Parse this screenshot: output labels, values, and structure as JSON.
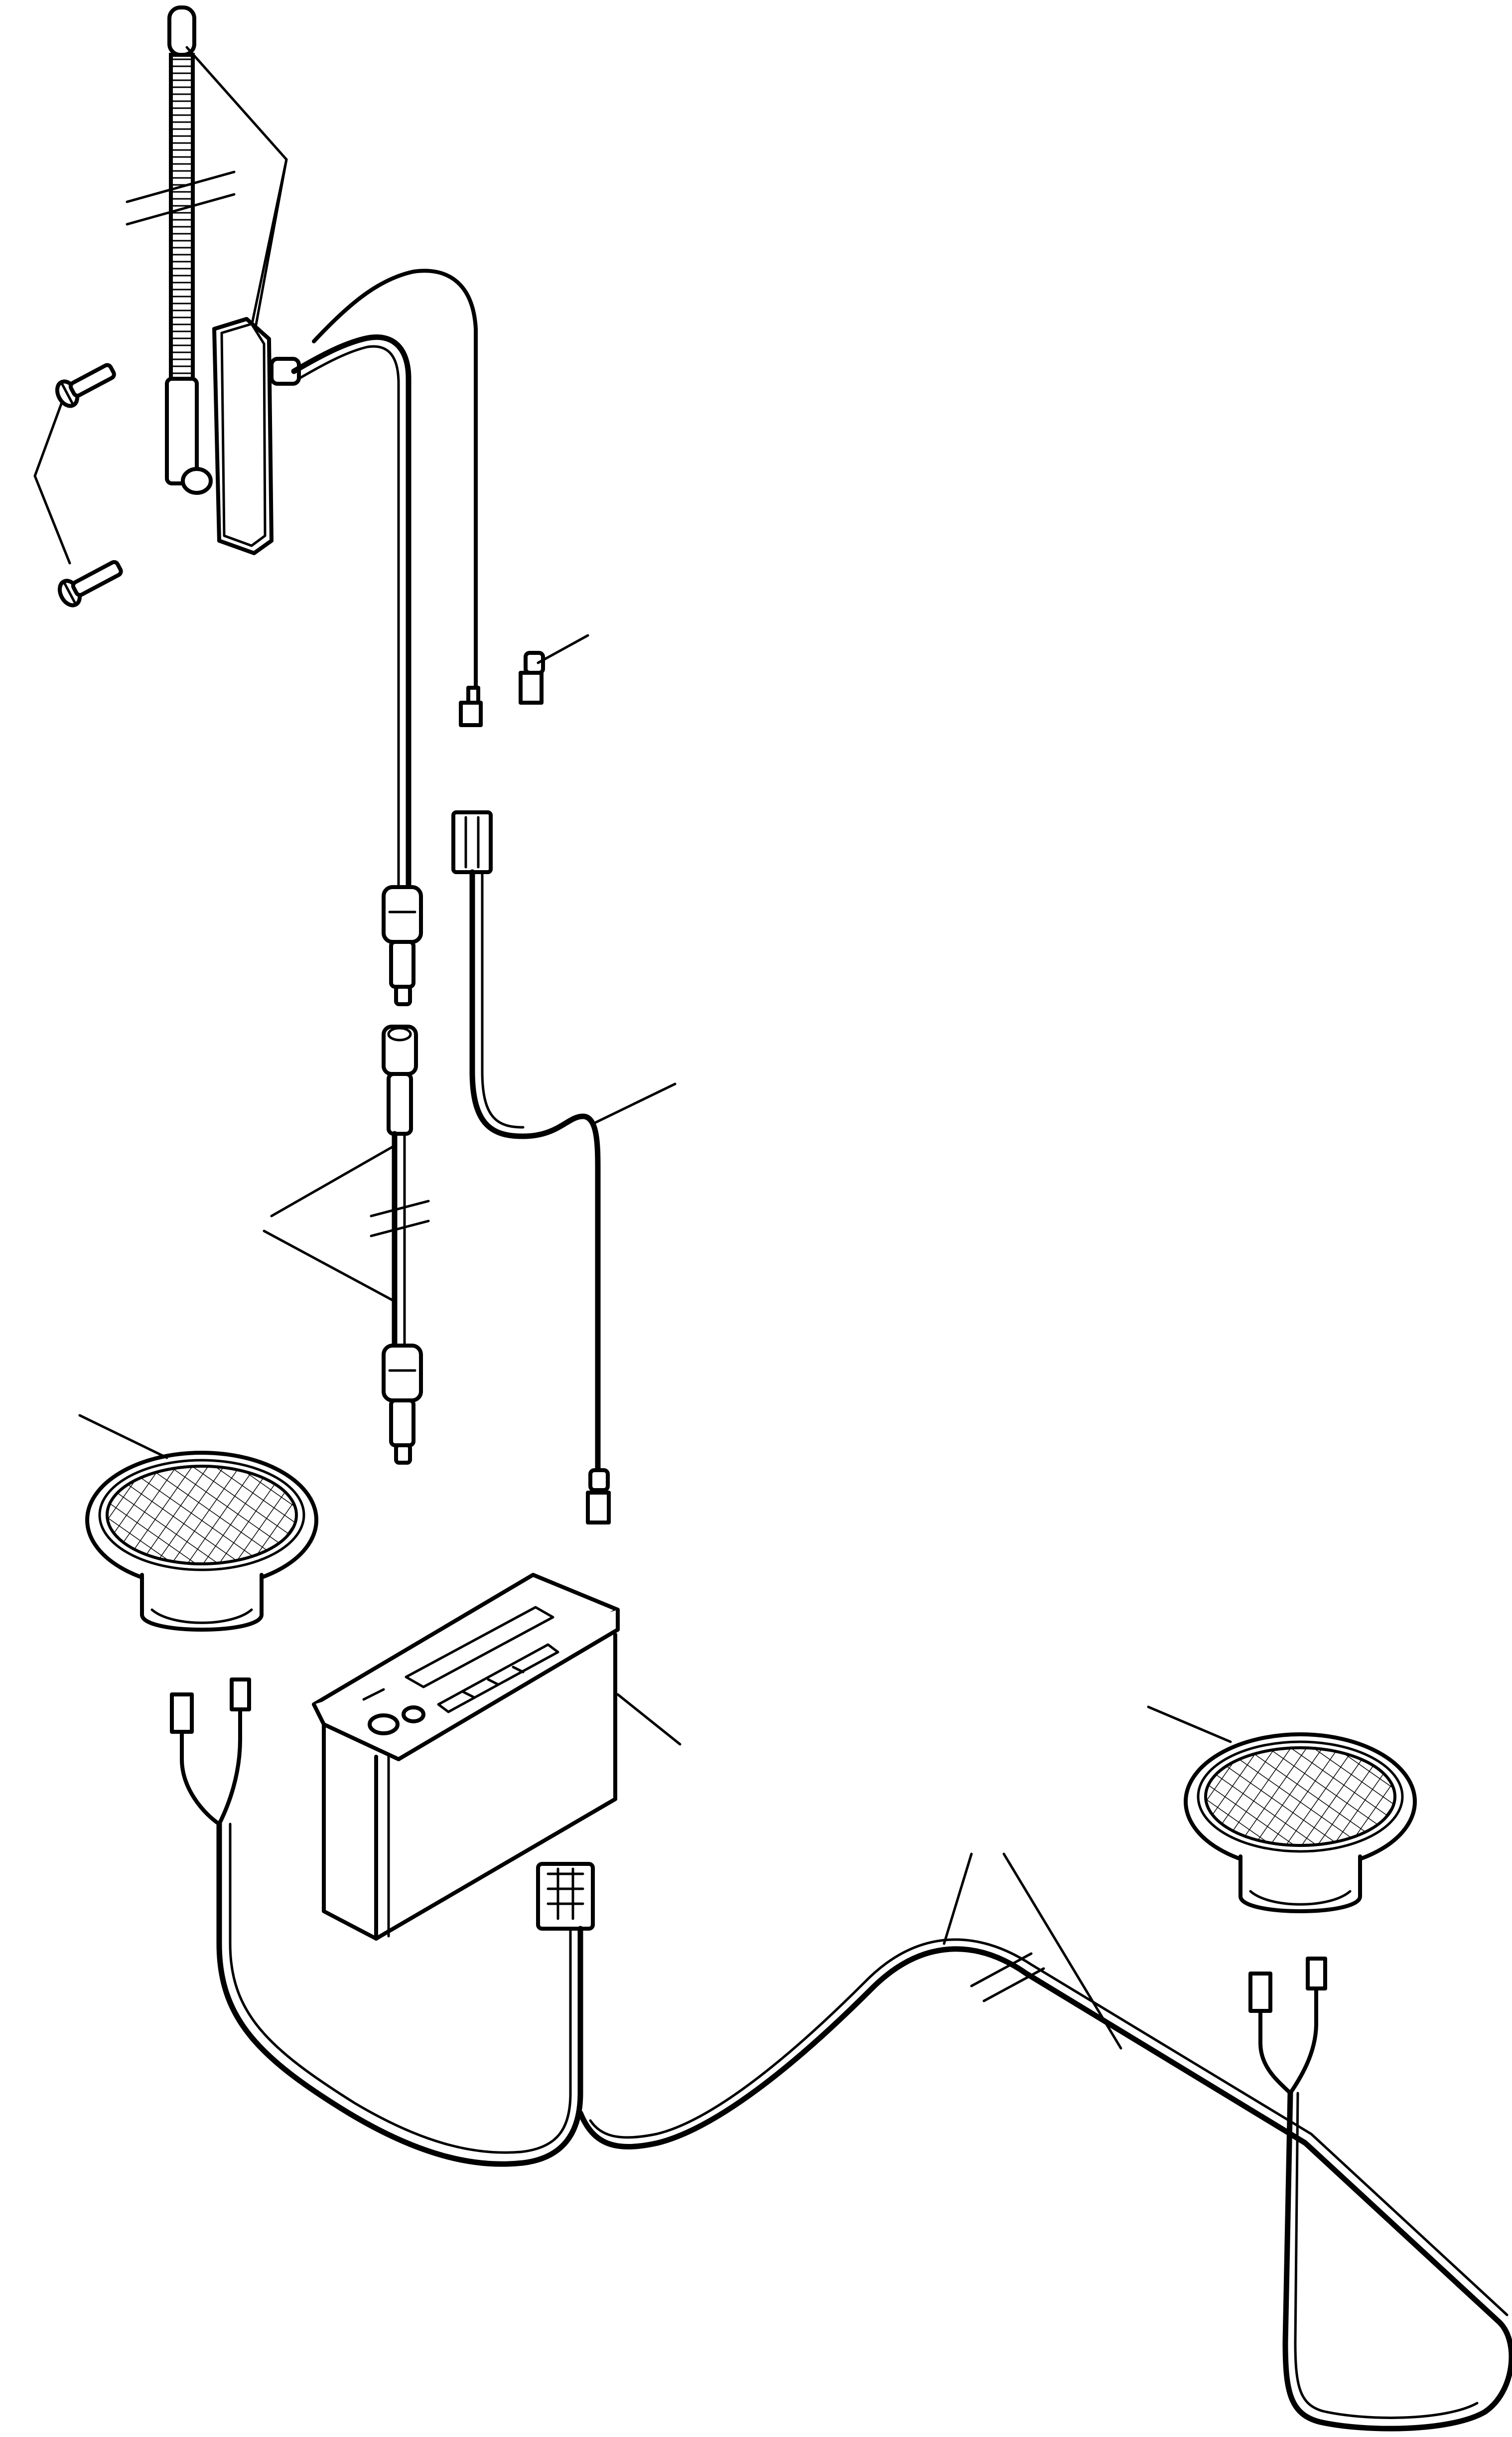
{
  "diagram": {
    "kind": "exploded-parts-drawing",
    "subject": "radio-installation-kit",
    "labels": [],
    "colors": {
      "line": "#000000",
      "background": "#ffffff"
    },
    "parts": [
      {
        "id": "antenna",
        "icon": "antenna-icon"
      },
      {
        "id": "antenna-base",
        "icon": "antenna-base-icon"
      },
      {
        "id": "screws",
        "icon": "screw-icon"
      },
      {
        "id": "antenna-cable",
        "icon": "coax-cable-icon"
      },
      {
        "id": "extension-cable",
        "icon": "coax-extension-icon"
      },
      {
        "id": "power-lead",
        "icon": "power-lead-icon"
      },
      {
        "id": "fuse-connector",
        "icon": "spade-connector-icon"
      },
      {
        "id": "left-speaker",
        "icon": "speaker-icon"
      },
      {
        "id": "right-speaker",
        "icon": "speaker-icon"
      },
      {
        "id": "radio-unit",
        "icon": "radio-icon"
      },
      {
        "id": "speaker-harness",
        "icon": "wiring-harness-icon"
      }
    ]
  }
}
